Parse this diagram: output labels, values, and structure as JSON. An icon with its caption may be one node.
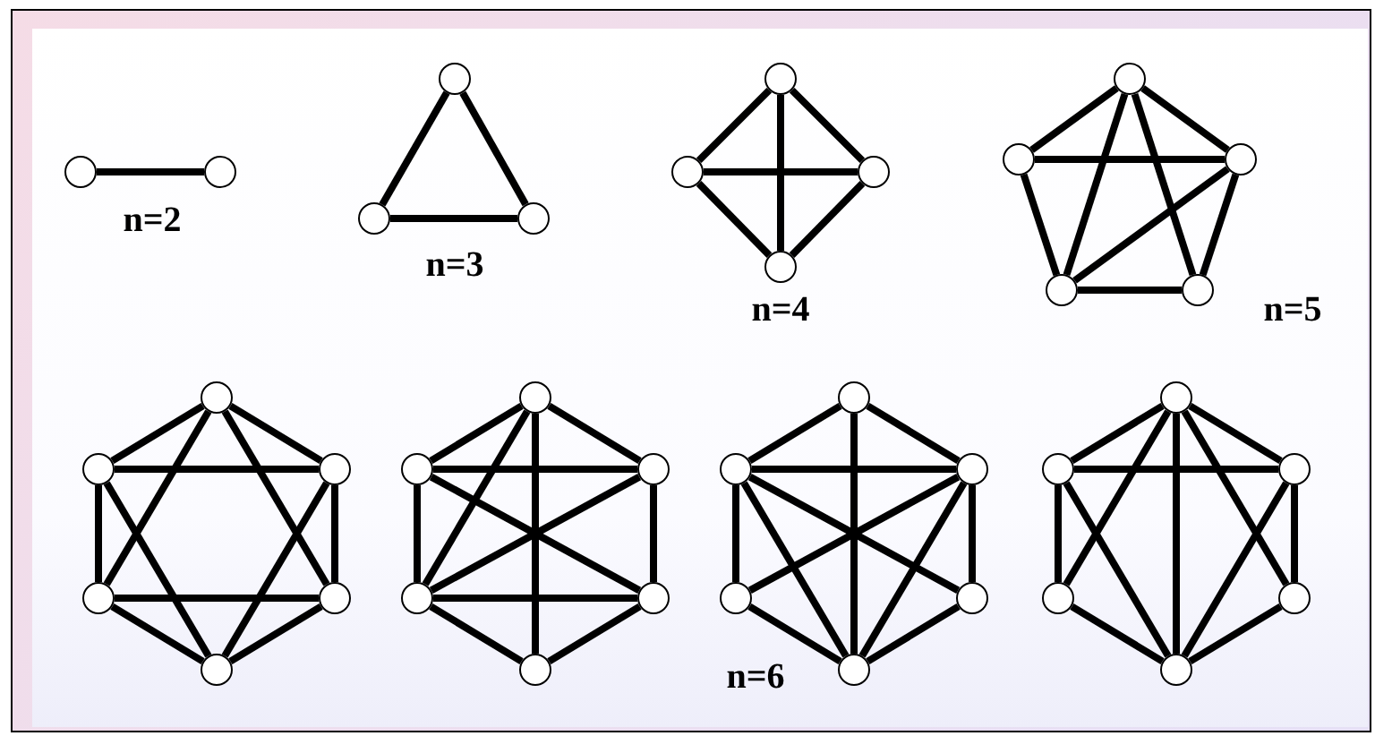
{
  "diagram": {
    "nodes": [
      {
        "text": [],
        "shape": "circle"
      },
      {
        "text": [],
        "shape": "circle"
      },
      {
        "text": [],
        "shape": "circle"
      },
      {
        "text": [],
        "shape": "circle"
      },
      {
        "text": [],
        "shape": "circle"
      },
      {
        "text": [],
        "shape": "circle"
      },
      {
        "text": [],
        "shape": "circle"
      },
      {
        "text": [],
        "shape": "circle"
      },
      {
        "text": [],
        "shape": "circle"
      },
      {
        "text": [],
        "shape": "circle"
      },
      {
        "text": [],
        "shape": "circle"
      },
      {
        "text": [],
        "shape": "circle"
      },
      {
        "text": [],
        "shape": "circle"
      },
      {
        "text": [],
        "shape": "circle"
      },
      {
        "text": [],
        "shape": "circle"
      },
      {
        "text": [],
        "shape": "circle"
      },
      {
        "text": [],
        "shape": "circle"
      },
      {
        "text": [],
        "shape": "circle"
      },
      {
        "text": [],
        "shape": "circle"
      },
      {
        "text": [],
        "shape": "circle"
      },
      {
        "text": [],
        "shape": "circle"
      },
      {
        "text": [],
        "shape": "circle"
      },
      {
        "text": [],
        "shape": "circle"
      },
      {
        "text": [],
        "shape": "circle"
      },
      {
        "text": [],
        "shape": "circle"
      },
      {
        "text": [],
        "shape": "circle"
      },
      {
        "text": [],
        "shape": "circle"
      },
      {
        "text": [],
        "shape": "circle"
      },
      {
        "text": [],
        "shape": "circle"
      },
      {
        "text": [],
        "shape": "circle"
      },
      {
        "text": [],
        "shape": "circle"
      },
      {
        "text": [],
        "shape": "circle"
      },
      {
        "text": [],
        "shape": "circle"
      },
      {
        "text": [],
        "shape": "circle"
      },
      {
        "text": [],
        "shape": "circle"
      },
      {
        "text": [],
        "shape": "circle"
      },
      {
        "text": [],
        "shape": "circle"
      },
      {
        "text": [],
        "shape": "circle"
      }
    ],
    "edges": [
      {
        "from": 0,
        "to": 1,
        "arrow": "none"
      },
      {
        "from": 2,
        "to": 3,
        "arrow": "none"
      },
      {
        "from": 2,
        "to": 4,
        "arrow": "none"
      },
      {
        "from": 3,
        "to": 4,
        "arrow": "none"
      },
      {
        "from": 5,
        "to": 6,
        "arrow": "none"
      },
      {
        "from": 5,
        "to": 7,
        "arrow": "none"
      },
      {
        "from": 6,
        "to": 8,
        "arrow": "none"
      },
      {
        "from": 7,
        "to": 8,
        "arrow": "none"
      },
      {
        "from": 6,
        "to": 7,
        "arrow": "none"
      },
      {
        "from": 5,
        "to": 8,
        "arrow": "none"
      },
      {
        "from": 9,
        "to": 10,
        "arrow": "none"
      },
      {
        "from": 9,
        "to": 11,
        "arrow": "none"
      },
      {
        "from": 10,
        "to": 12,
        "arrow": "none"
      },
      {
        "from": 11,
        "to": 13,
        "arrow": "none"
      },
      {
        "from": 12,
        "to": 13,
        "arrow": "none"
      },
      {
        "from": 10,
        "to": 11,
        "arrow": "none"
      },
      {
        "from": 9,
        "to": 12,
        "arrow": "none"
      },
      {
        "from": 9,
        "to": 13,
        "arrow": "none"
      },
      {
        "from": 11,
        "to": 12,
        "arrow": "none"
      },
      {
        "from": 14,
        "to": 15,
        "arrow": "none"
      },
      {
        "from": 14,
        "to": 16,
        "arrow": "none"
      },
      {
        "from": 15,
        "to": 17,
        "arrow": "none"
      },
      {
        "from": 16,
        "to": 18,
        "arrow": "none"
      },
      {
        "from": 17,
        "to": 19,
        "arrow": "none"
      },
      {
        "from": 18,
        "to": 19,
        "arrow": "none"
      },
      {
        "from": 15,
        "to": 16,
        "arrow": "none"
      },
      {
        "from": 17,
        "to": 18,
        "arrow": "none"
      },
      {
        "from": 14,
        "to": 17,
        "arrow": "none"
      },
      {
        "from": 14,
        "to": 18,
        "arrow": "none"
      },
      {
        "from": 15,
        "to": 19,
        "arrow": "none"
      },
      {
        "from": 16,
        "to": 19,
        "arrow": "none"
      },
      {
        "from": 20,
        "to": 21,
        "arrow": "none"
      },
      {
        "from": 20,
        "to": 22,
        "arrow": "none"
      },
      {
        "from": 21,
        "to": 23,
        "arrow": "none"
      },
      {
        "from": 22,
        "to": 24,
        "arrow": "none"
      },
      {
        "from": 23,
        "to": 25,
        "arrow": "none"
      },
      {
        "from": 24,
        "to": 25,
        "arrow": "none"
      },
      {
        "from": 21,
        "to": 22,
        "arrow": "none"
      },
      {
        "from": 23,
        "to": 24,
        "arrow": "none"
      },
      {
        "from": 20,
        "to": 23,
        "arrow": "none"
      },
      {
        "from": 20,
        "to": 25,
        "arrow": "none"
      },
      {
        "from": 21,
        "to": 24,
        "arrow": "none"
      },
      {
        "from": 22,
        "to": 23,
        "arrow": "none"
      },
      {
        "from": 26,
        "to": 27,
        "arrow": "none"
      },
      {
        "from": 26,
        "to": 28,
        "arrow": "none"
      },
      {
        "from": 27,
        "to": 29,
        "arrow": "none"
      },
      {
        "from": 28,
        "to": 30,
        "arrow": "none"
      },
      {
        "from": 29,
        "to": 31,
        "arrow": "none"
      },
      {
        "from": 30,
        "to": 31,
        "arrow": "none"
      },
      {
        "from": 27,
        "to": 28,
        "arrow": "none"
      },
      {
        "from": 26,
        "to": 31,
        "arrow": "none"
      },
      {
        "from": 27,
        "to": 30,
        "arrow": "none"
      },
      {
        "from": 28,
        "to": 29,
        "arrow": "none"
      },
      {
        "from": 27,
        "to": 31,
        "arrow": "none"
      },
      {
        "from": 28,
        "to": 31,
        "arrow": "none"
      },
      {
        "from": 32,
        "to": 33,
        "arrow": "none"
      },
      {
        "from": 32,
        "to": 34,
        "arrow": "none"
      },
      {
        "from": 33,
        "to": 35,
        "arrow": "none"
      },
      {
        "from": 34,
        "to": 36,
        "arrow": "none"
      },
      {
        "from": 35,
        "to": 37,
        "arrow": "none"
      },
      {
        "from": 36,
        "to": 37,
        "arrow": "none"
      },
      {
        "from": 33,
        "to": 34,
        "arrow": "none"
      },
      {
        "from": 32,
        "to": 37,
        "arrow": "none"
      },
      {
        "from": 32,
        "to": 35,
        "arrow": "none"
      },
      {
        "from": 32,
        "to": 36,
        "arrow": "none"
      },
      {
        "from": 33,
        "to": 37,
        "arrow": "none"
      },
      {
        "from": 34,
        "to": 37,
        "arrow": "none"
      }
    ],
    "labels": [
      "n=2",
      "n=3",
      "n=4",
      "n=5",
      "n=6"
    ]
  }
}
